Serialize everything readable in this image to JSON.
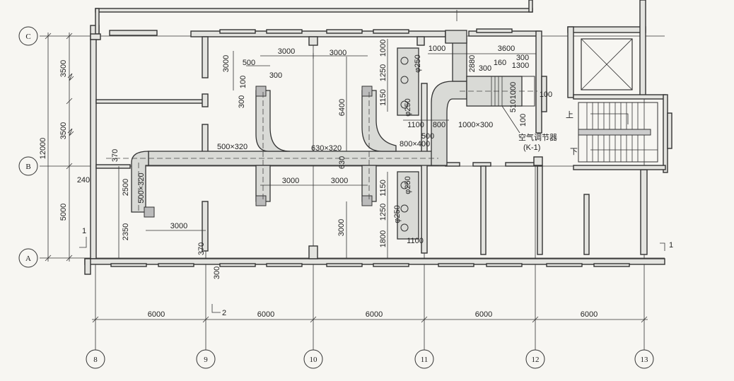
{
  "axes": {
    "rows": [
      "C",
      "B",
      "A"
    ],
    "cols": [
      "8",
      "9",
      "10",
      "11",
      "12",
      "13"
    ]
  },
  "bottom_dims": [
    "6000",
    "6000",
    "6000",
    "6000",
    "6000"
  ],
  "left_dims": [
    "3500",
    "3500",
    "5000"
  ],
  "left_total": "12000",
  "duct_sizes": {
    "main_left": "500×320",
    "main_center": "630×320",
    "riser": "800×400",
    "branch_down": "500×320",
    "unit_out": "1000×300"
  },
  "upper_dims": {
    "span_a": "3000",
    "span_b": "3000",
    "d500": "500",
    "d300": "300",
    "d100": "100",
    "d300b": "300",
    "d3000v": "3000",
    "d6400": "6400",
    "d1000": "1000",
    "d1250": "1250",
    "d1150": "1150",
    "phi1": "φ250",
    "phi2": "φ250",
    "d1100": "1100",
    "d800": "800",
    "d500b": "500",
    "d630": "630"
  },
  "lower_dims": {
    "span_a": "3000",
    "span_b": "3000",
    "d370": "370",
    "d240": "240",
    "d2500": "2500",
    "d2350": "2350",
    "d3000h": "3000",
    "d3000v": "3000",
    "d1150": "1150",
    "d1250": "1250",
    "d1800": "1800",
    "phi1": "φ250",
    "phi2": "φ250",
    "d1100": "1100",
    "d370b": "370",
    "d300": "300"
  },
  "room_dims": {
    "d1000": "1000",
    "d3600": "3600",
    "d300": "300",
    "d160": "160",
    "d1300": "1300",
    "d2880": "2880",
    "d300b": "300",
    "d1000b": "1000",
    "d510": "510",
    "d100": "100",
    "d100b": "100"
  },
  "equipment_label": "空气调节器",
  "equipment_code": "(K-1)",
  "stair_up": "上",
  "stair_down": "下",
  "section_mark_1": "1",
  "section_mark_2": "2",
  "section_mark_3": "1"
}
